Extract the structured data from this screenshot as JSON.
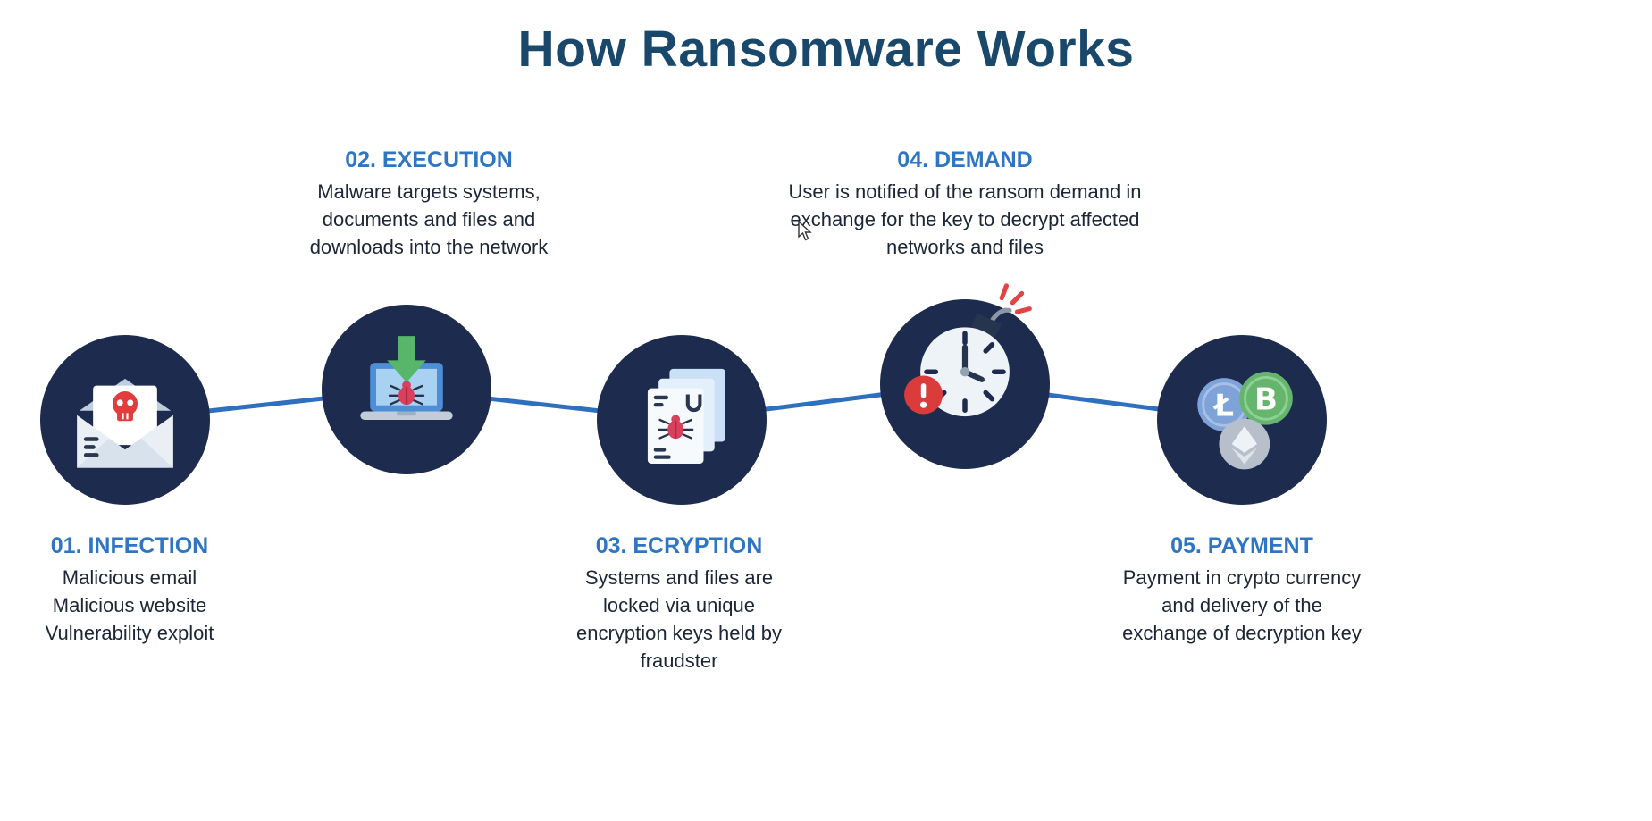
{
  "title": "How Ransomware Works",
  "colors": {
    "title": "#1a486b",
    "step_heading": "#2e75c4",
    "body_text": "#1c2636",
    "circle_fill": "#1d2b4f",
    "connector_line": "#2e6fbe",
    "danger_red": "#da3b3b",
    "download_green": "#57b669"
  },
  "steps": [
    {
      "heading": "01. INFECTION",
      "body": "Malicious email\nMalicious website\nVulnerability exploit",
      "icon": "infected-email-icon"
    },
    {
      "heading": "02. EXECUTION",
      "body": "Malware targets systems,\ndocuments and files and\ndownloads into the network",
      "icon": "malware-download-laptop-icon"
    },
    {
      "heading": "03. ECRYPTION",
      "body": "Systems and files are\nlocked via unique\nencryption keys held by\nfraudster",
      "icon": "encrypted-files-icon"
    },
    {
      "heading": "04. DEMAND",
      "body": "User is notified of the ransom demand in\nexchange for the key to decrypt affected\nnetworks and files",
      "icon": "time-bomb-clock-icon"
    },
    {
      "heading": "05. PAYMENT",
      "body": "Payment in crypto currency\nand delivery of the\nexchange of decryption key",
      "icon": "crypto-coins-icon"
    }
  ],
  "coin_symbols": {
    "litecoin": "Ł",
    "bitcoin": "B"
  }
}
